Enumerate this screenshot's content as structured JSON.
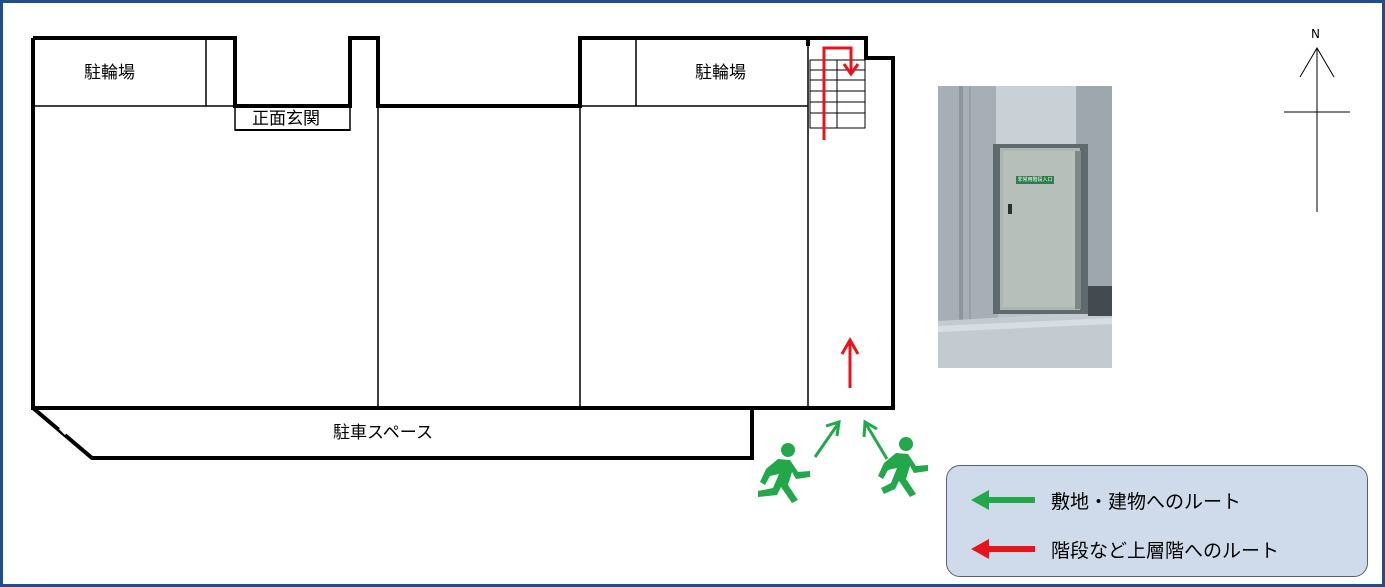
{
  "floorplan": {
    "bicycle_parking_west": "駐輪場",
    "bicycle_parking_east": "駐輪場",
    "main_entrance": "正面玄関",
    "parking_space": "駐車スペース",
    "north_label": "N"
  },
  "legend": {
    "site_route": "敷地・建物へのルート",
    "upper_floor_route": "階段など上層階へのルート"
  },
  "photo": {
    "door_sign": "非常用階段入口"
  },
  "colors": {
    "border_blue": "#1f4e8c",
    "route_green": "#22a84a",
    "route_red": "#e8141c",
    "legend_bg": "#cfdbea",
    "walls": "#000000"
  },
  "icons": {
    "runner": "running-person-icon",
    "north": "north-arrow-icon"
  }
}
